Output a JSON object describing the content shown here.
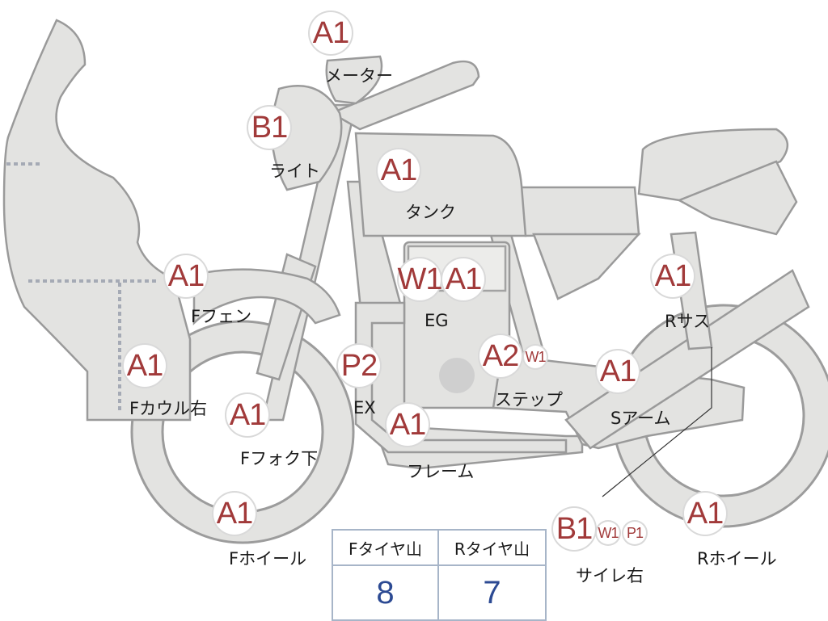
{
  "parts": [
    {
      "id": "meter",
      "codes": [
        "A1"
      ],
      "label": "メーター"
    },
    {
      "id": "light",
      "codes": [
        "B1"
      ],
      "label": "ライト"
    },
    {
      "id": "tank",
      "codes": [
        "A1"
      ],
      "label": "タンク"
    },
    {
      "id": "engine",
      "codes": [
        "W1",
        "A1"
      ],
      "label": "EG"
    },
    {
      "id": "front-fender",
      "codes": [
        "A1"
      ],
      "label": "Fフェン"
    },
    {
      "id": "front-cowl-right",
      "codes": [
        "A1"
      ],
      "label": "Fカウル右"
    },
    {
      "id": "front-fork-lower",
      "codes": [
        "A1"
      ],
      "label": "Fフォク下"
    },
    {
      "id": "exhaust",
      "codes": [
        "P2"
      ],
      "label": "EX"
    },
    {
      "id": "step",
      "codes": [
        "A2",
        "W1"
      ],
      "label": "ステップ"
    },
    {
      "id": "frame",
      "codes": [
        "A1"
      ],
      "label": "フレーム"
    },
    {
      "id": "rear-suspension",
      "codes": [
        "A1"
      ],
      "label": "Rサス"
    },
    {
      "id": "swing-arm",
      "codes": [
        "A1"
      ],
      "label": "Sアーム"
    },
    {
      "id": "front-wheel",
      "codes": [
        "A1"
      ],
      "label": "Fホイール"
    },
    {
      "id": "silencer-right",
      "codes": [
        "B1",
        "W1",
        "P1"
      ],
      "label": "サイレ右"
    },
    {
      "id": "rear-wheel",
      "codes": [
        "A1"
      ],
      "label": "Rホイール"
    }
  ],
  "tire_tread": {
    "front_header": "Fタイヤ山",
    "rear_header": "Rタイヤ山",
    "front_value": "8",
    "rear_value": "7"
  },
  "colors": {
    "part_fill": "#e3e3e1",
    "part_outline": "#9a9a9a",
    "code_text": "#a13a3a",
    "table_value": "#2c4a93",
    "table_border": "#a7b5c8"
  }
}
